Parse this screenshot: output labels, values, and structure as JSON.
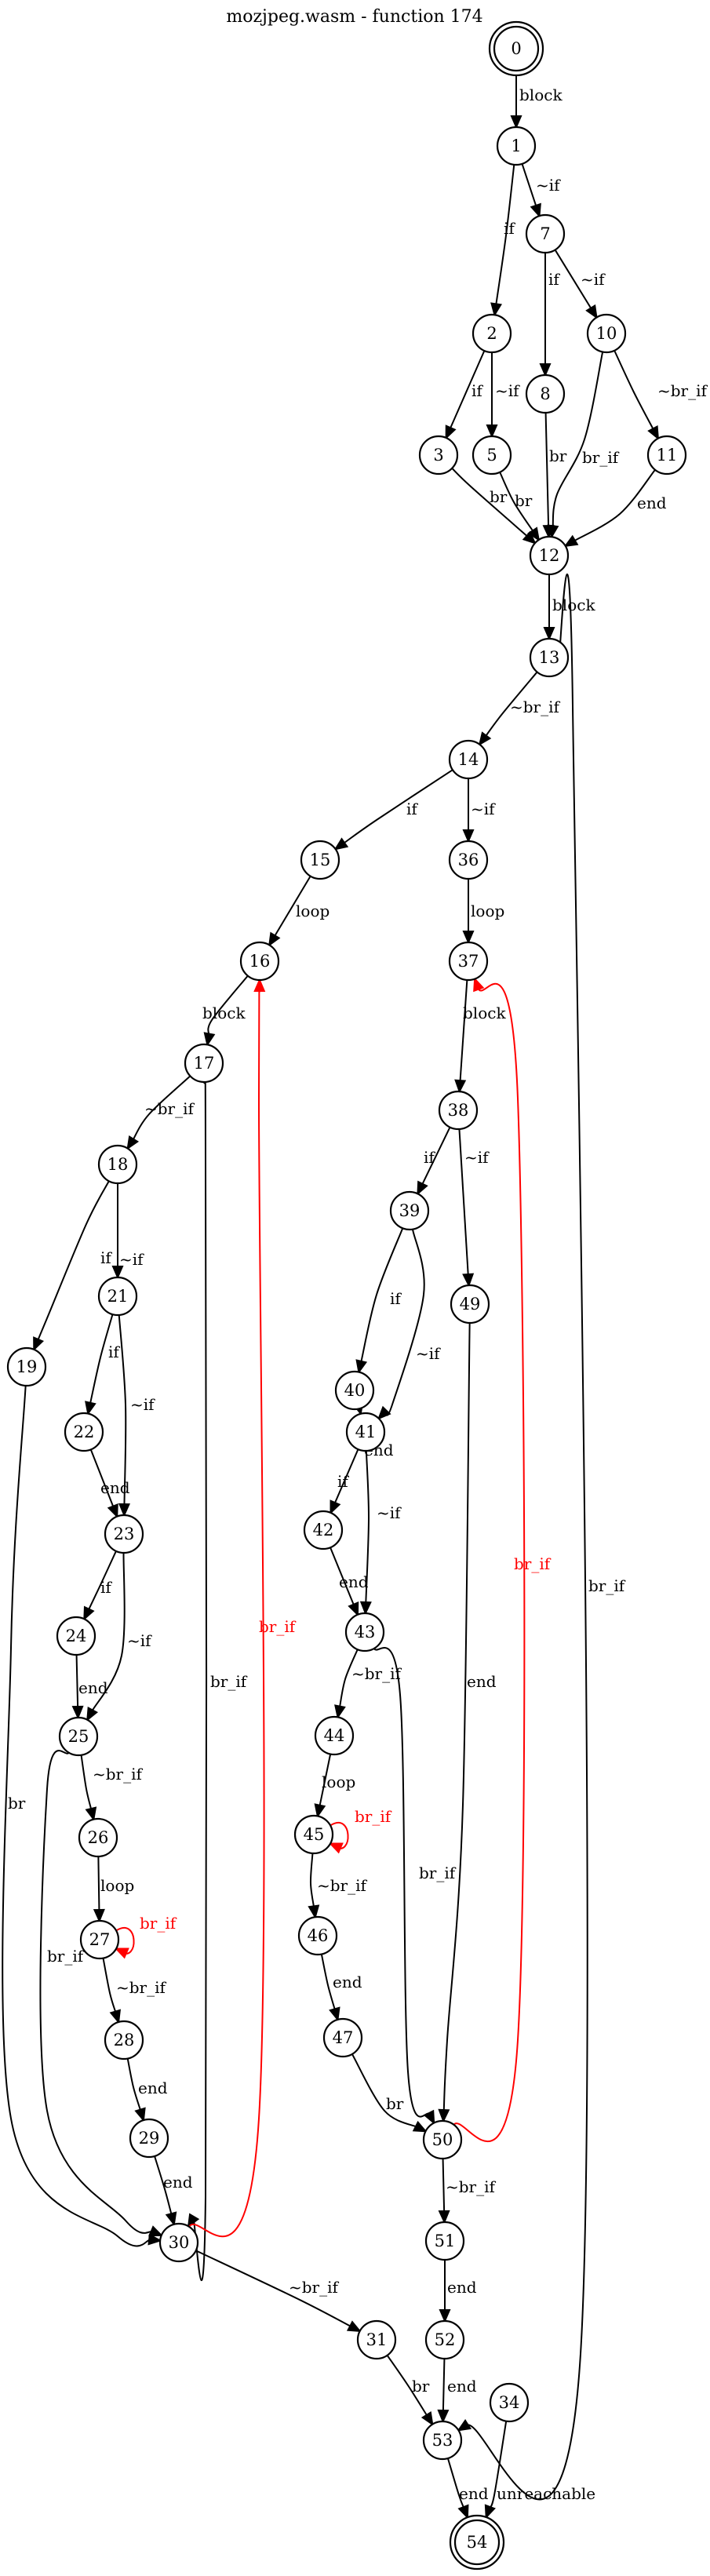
{
  "title": "mozjpeg.wasm - function 174",
  "colors": {
    "node_stroke": "#000000",
    "edge": "#000000",
    "back_edge": "#ff0000",
    "background": "#ffffff"
  },
  "nodes": [
    {
      "id": "0",
      "label": "0",
      "terminal": true
    },
    {
      "id": "1",
      "label": "1"
    },
    {
      "id": "7",
      "label": "7"
    },
    {
      "id": "2",
      "label": "2"
    },
    {
      "id": "8",
      "label": "8"
    },
    {
      "id": "10",
      "label": "10"
    },
    {
      "id": "3",
      "label": "3"
    },
    {
      "id": "5",
      "label": "5"
    },
    {
      "id": "11",
      "label": "11"
    },
    {
      "id": "12",
      "label": "12"
    },
    {
      "id": "13",
      "label": "13"
    },
    {
      "id": "14",
      "label": "14"
    },
    {
      "id": "15",
      "label": "15"
    },
    {
      "id": "36",
      "label": "36"
    },
    {
      "id": "16",
      "label": "16"
    },
    {
      "id": "37",
      "label": "37"
    },
    {
      "id": "17",
      "label": "17"
    },
    {
      "id": "38",
      "label": "38"
    },
    {
      "id": "18",
      "label": "18"
    },
    {
      "id": "39",
      "label": "39"
    },
    {
      "id": "49",
      "label": "49"
    },
    {
      "id": "21",
      "label": "21"
    },
    {
      "id": "40",
      "label": "40"
    },
    {
      "id": "19",
      "label": "19"
    },
    {
      "id": "41",
      "label": "41"
    },
    {
      "id": "22",
      "label": "22"
    },
    {
      "id": "23",
      "label": "23"
    },
    {
      "id": "42",
      "label": "42"
    },
    {
      "id": "43",
      "label": "43"
    },
    {
      "id": "24",
      "label": "24"
    },
    {
      "id": "25",
      "label": "25"
    },
    {
      "id": "44",
      "label": "44"
    },
    {
      "id": "26",
      "label": "26"
    },
    {
      "id": "45",
      "label": "45"
    },
    {
      "id": "27",
      "label": "27"
    },
    {
      "id": "46",
      "label": "46"
    },
    {
      "id": "28",
      "label": "28"
    },
    {
      "id": "47",
      "label": "47"
    },
    {
      "id": "29",
      "label": "29"
    },
    {
      "id": "50",
      "label": "50"
    },
    {
      "id": "30",
      "label": "30"
    },
    {
      "id": "51",
      "label": "51"
    },
    {
      "id": "31",
      "label": "31"
    },
    {
      "id": "52",
      "label": "52"
    },
    {
      "id": "53",
      "label": "53"
    },
    {
      "id": "34",
      "label": "34"
    },
    {
      "id": "54",
      "label": "54",
      "terminal": true
    }
  ],
  "edges": [
    {
      "from": "0",
      "to": "1",
      "label": "block"
    },
    {
      "from": "1",
      "to": "2",
      "label": "if"
    },
    {
      "from": "1",
      "to": "7",
      "label": "~if"
    },
    {
      "from": "7",
      "to": "8",
      "label": "if"
    },
    {
      "from": "7",
      "to": "10",
      "label": "~if"
    },
    {
      "from": "2",
      "to": "3",
      "label": "if"
    },
    {
      "from": "2",
      "to": "5",
      "label": "~if"
    },
    {
      "from": "10",
      "to": "11",
      "label": "~br_if"
    },
    {
      "from": "10",
      "to": "12",
      "label": "br_if"
    },
    {
      "from": "8",
      "to": "12",
      "label": "br"
    },
    {
      "from": "3",
      "to": "12",
      "label": "br"
    },
    {
      "from": "5",
      "to": "12",
      "label": "br"
    },
    {
      "from": "11",
      "to": "12",
      "label": "end"
    },
    {
      "from": "12",
      "to": "13",
      "label": "block"
    },
    {
      "from": "13",
      "to": "14",
      "label": "~br_if"
    },
    {
      "from": "13",
      "to": "53",
      "label": "br_if"
    },
    {
      "from": "14",
      "to": "15",
      "label": "if"
    },
    {
      "from": "14",
      "to": "36",
      "label": "~if"
    },
    {
      "from": "15",
      "to": "16",
      "label": "loop"
    },
    {
      "from": "36",
      "to": "37",
      "label": "loop"
    },
    {
      "from": "16",
      "to": "17",
      "label": "block"
    },
    {
      "from": "37",
      "to": "38",
      "label": "block"
    },
    {
      "from": "17",
      "to": "18",
      "label": "~br_if"
    },
    {
      "from": "17",
      "to": "30",
      "label": "br_if"
    },
    {
      "from": "38",
      "to": "39",
      "label": "if"
    },
    {
      "from": "38",
      "to": "49",
      "label": "~if"
    },
    {
      "from": "18",
      "to": "19",
      "label": "if"
    },
    {
      "from": "18",
      "to": "21",
      "label": "~if"
    },
    {
      "from": "39",
      "to": "40",
      "label": "if"
    },
    {
      "from": "39",
      "to": "41",
      "label": "~if"
    },
    {
      "from": "21",
      "to": "22",
      "label": "if"
    },
    {
      "from": "21",
      "to": "23",
      "label": "~if"
    },
    {
      "from": "40",
      "to": "41",
      "label": "end"
    },
    {
      "from": "22",
      "to": "23",
      "label": "end"
    },
    {
      "from": "41",
      "to": "42",
      "label": "if"
    },
    {
      "from": "41",
      "to": "43",
      "label": "~if"
    },
    {
      "from": "23",
      "to": "24",
      "label": "if"
    },
    {
      "from": "23",
      "to": "25",
      "label": "~if"
    },
    {
      "from": "42",
      "to": "43",
      "label": "end"
    },
    {
      "from": "24",
      "to": "25",
      "label": "end"
    },
    {
      "from": "43",
      "to": "44",
      "label": "~br_if"
    },
    {
      "from": "43",
      "to": "50",
      "label": "br_if"
    },
    {
      "from": "49",
      "to": "50",
      "label": "end"
    },
    {
      "from": "25",
      "to": "26",
      "label": "~br_if"
    },
    {
      "from": "25",
      "to": "30",
      "label": "br_if"
    },
    {
      "from": "19",
      "to": "30",
      "label": "br"
    },
    {
      "from": "44",
      "to": "45",
      "label": "loop"
    },
    {
      "from": "45",
      "to": "45",
      "label": "br_if",
      "back": true
    },
    {
      "from": "45",
      "to": "46",
      "label": "~br_if"
    },
    {
      "from": "26",
      "to": "27",
      "label": "loop"
    },
    {
      "from": "27",
      "to": "27",
      "label": "br_if",
      "back": true
    },
    {
      "from": "27",
      "to": "28",
      "label": "~br_if"
    },
    {
      "from": "46",
      "to": "47",
      "label": "end"
    },
    {
      "from": "28",
      "to": "29",
      "label": "end"
    },
    {
      "from": "47",
      "to": "50",
      "label": "br"
    },
    {
      "from": "29",
      "to": "30",
      "label": "end"
    },
    {
      "from": "50",
      "to": "37",
      "label": "br_if",
      "back": true
    },
    {
      "from": "50",
      "to": "51",
      "label": "~br_if"
    },
    {
      "from": "30",
      "to": "16",
      "label": "br_if",
      "back": true
    },
    {
      "from": "30",
      "to": "31",
      "label": "~br_if"
    },
    {
      "from": "51",
      "to": "52",
      "label": "end"
    },
    {
      "from": "31",
      "to": "53",
      "label": "br"
    },
    {
      "from": "52",
      "to": "53",
      "label": "end"
    },
    {
      "from": "53",
      "to": "54",
      "label": "end"
    },
    {
      "from": "34",
      "to": "54",
      "label": "unreachable"
    }
  ]
}
